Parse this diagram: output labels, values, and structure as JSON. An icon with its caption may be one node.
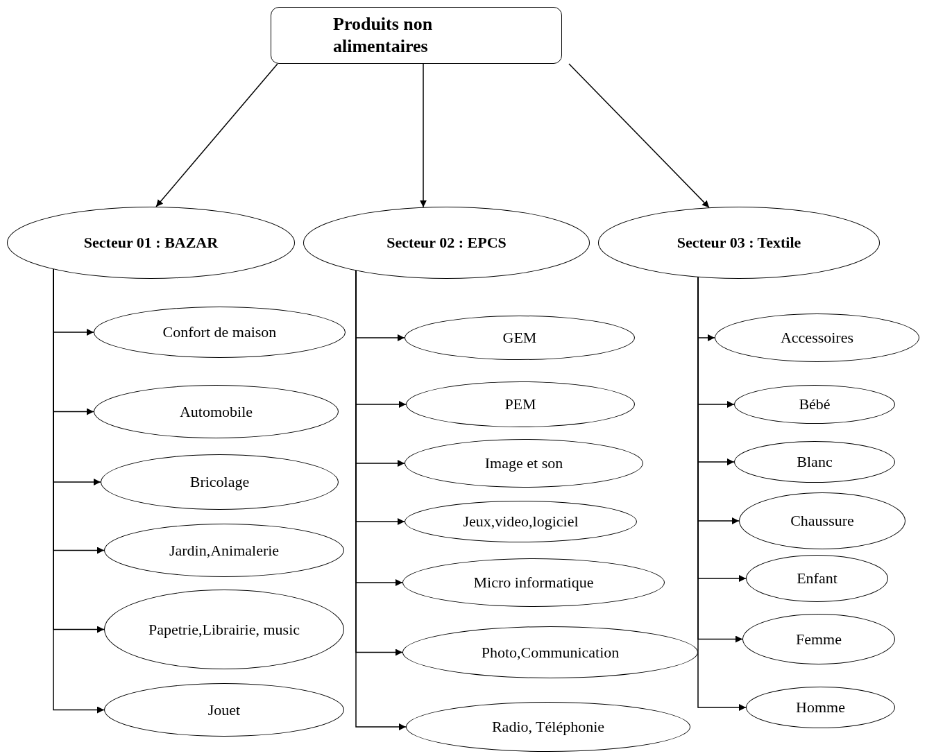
{
  "diagram": {
    "nodes": [
      {
        "text": [
          "Produits non alimentaires"
        ]
      },
      {
        "text": [
          "Secteur 01 : BAZAR"
        ]
      },
      {
        "text": [
          "Secteur 02 : EPCS"
        ]
      },
      {
        "text": [
          "Secteur 03 : Textile"
        ]
      },
      {
        "text": [
          "Confort de maison"
        ]
      },
      {
        "text": [
          "Automobile"
        ]
      },
      {
        "text": [
          "Bricolage"
        ]
      },
      {
        "text": [
          "Jardin,Animalerie"
        ]
      },
      {
        "text": [
          "Papetrie,Librairie, music"
        ]
      },
      {
        "text": [
          "Jouet"
        ]
      },
      {
        "text": [
          "GEM"
        ]
      },
      {
        "text": [
          "PEM"
        ]
      },
      {
        "text": [
          "Image et son"
        ]
      },
      {
        "text": [
          "Jeux,video,logiciel"
        ]
      },
      {
        "text": [
          "Micro informatique"
        ]
      },
      {
        "text": [
          "Photo,Communication"
        ]
      },
      {
        "text": [
          "Radio, Téléphonie"
        ]
      },
      {
        "text": [
          "Accessoires"
        ]
      },
      {
        "text": [
          "Bébé"
        ]
      },
      {
        "text": [
          "Blanc"
        ]
      },
      {
        "text": [
          "Chaussure"
        ]
      },
      {
        "text": [
          "Enfant"
        ]
      },
      {
        "text": [
          "Femme"
        ]
      },
      {
        "text": [
          "Homme"
        ]
      }
    ],
    "edges": [
      {
        "from": 0,
        "to": 1,
        "arrow": "to"
      },
      {
        "from": 0,
        "to": 2,
        "arrow": "to"
      },
      {
        "from": 0,
        "to": 3,
        "arrow": "to"
      },
      {
        "from": 1,
        "to": 4,
        "arrow": "to"
      },
      {
        "from": 1,
        "to": 5,
        "arrow": "to"
      },
      {
        "from": 1,
        "to": 6,
        "arrow": "to"
      },
      {
        "from": 1,
        "to": 7,
        "arrow": "to"
      },
      {
        "from": 1,
        "to": 8,
        "arrow": "to"
      },
      {
        "from": 1,
        "to": 9,
        "arrow": "to"
      },
      {
        "from": 2,
        "to": 10,
        "arrow": "to"
      },
      {
        "from": 2,
        "to": 11,
        "arrow": "to"
      },
      {
        "from": 2,
        "to": 12,
        "arrow": "to"
      },
      {
        "from": 2,
        "to": 13,
        "arrow": "to"
      },
      {
        "from": 2,
        "to": 14,
        "arrow": "to"
      },
      {
        "from": 2,
        "to": 15,
        "arrow": "to"
      },
      {
        "from": 2,
        "to": 16,
        "arrow": "to"
      },
      {
        "from": 3,
        "to": 17,
        "arrow": "to"
      },
      {
        "from": 3,
        "to": 18,
        "arrow": "to"
      },
      {
        "from": 3,
        "to": 19,
        "arrow": "to"
      },
      {
        "from": 3,
        "to": 20,
        "arrow": "to"
      },
      {
        "from": 3,
        "to": 21,
        "arrow": "to"
      },
      {
        "from": 3,
        "to": 22,
        "arrow": "to"
      },
      {
        "from": 3,
        "to": 23,
        "arrow": "to"
      }
    ]
  }
}
